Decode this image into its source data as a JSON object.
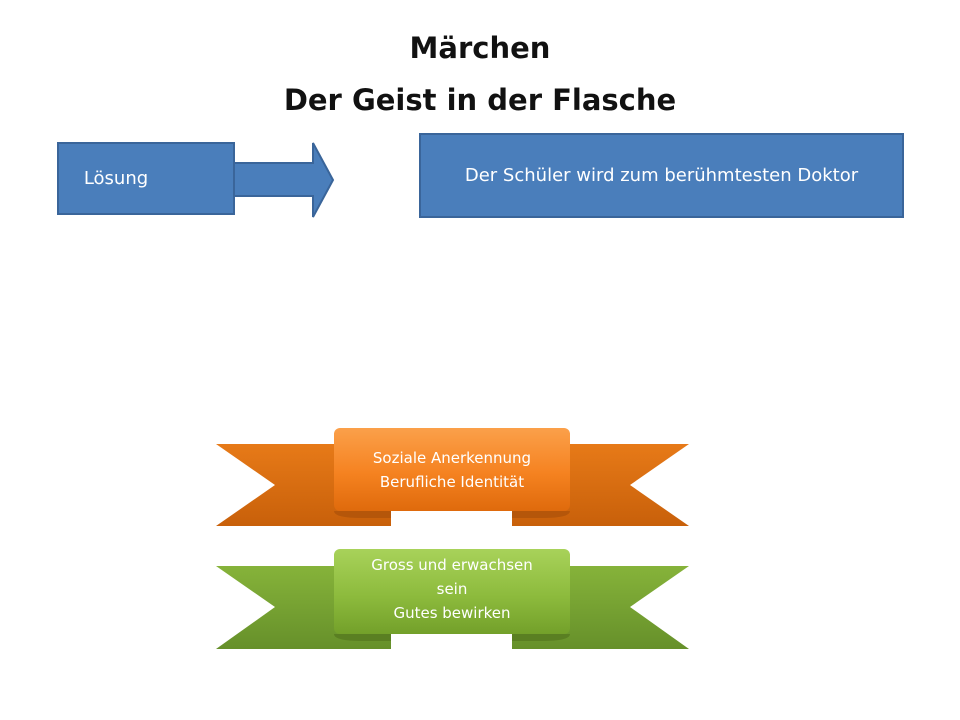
{
  "title": {
    "line1": "Märchen",
    "line2": "Der Geist in der Flasche"
  },
  "solution_box": {
    "label": "Lösung"
  },
  "result_box": {
    "label": "Der Schüler wird zum berühmtesten Doktor"
  },
  "ribbon_top": {
    "line1": "Soziale Anerkennung",
    "line2": "Berufliche Identität",
    "color": "#f58220"
  },
  "ribbon_bottom": {
    "line1": "Gross und erwachsen",
    "line2": "sein",
    "line3": "Gutes bewirken",
    "color": "#8dbb3d"
  },
  "colors": {
    "box_fill": "#4a7ebb",
    "box_border": "#3a659a"
  },
  "icons": [
    "arrow-right-icon"
  ]
}
